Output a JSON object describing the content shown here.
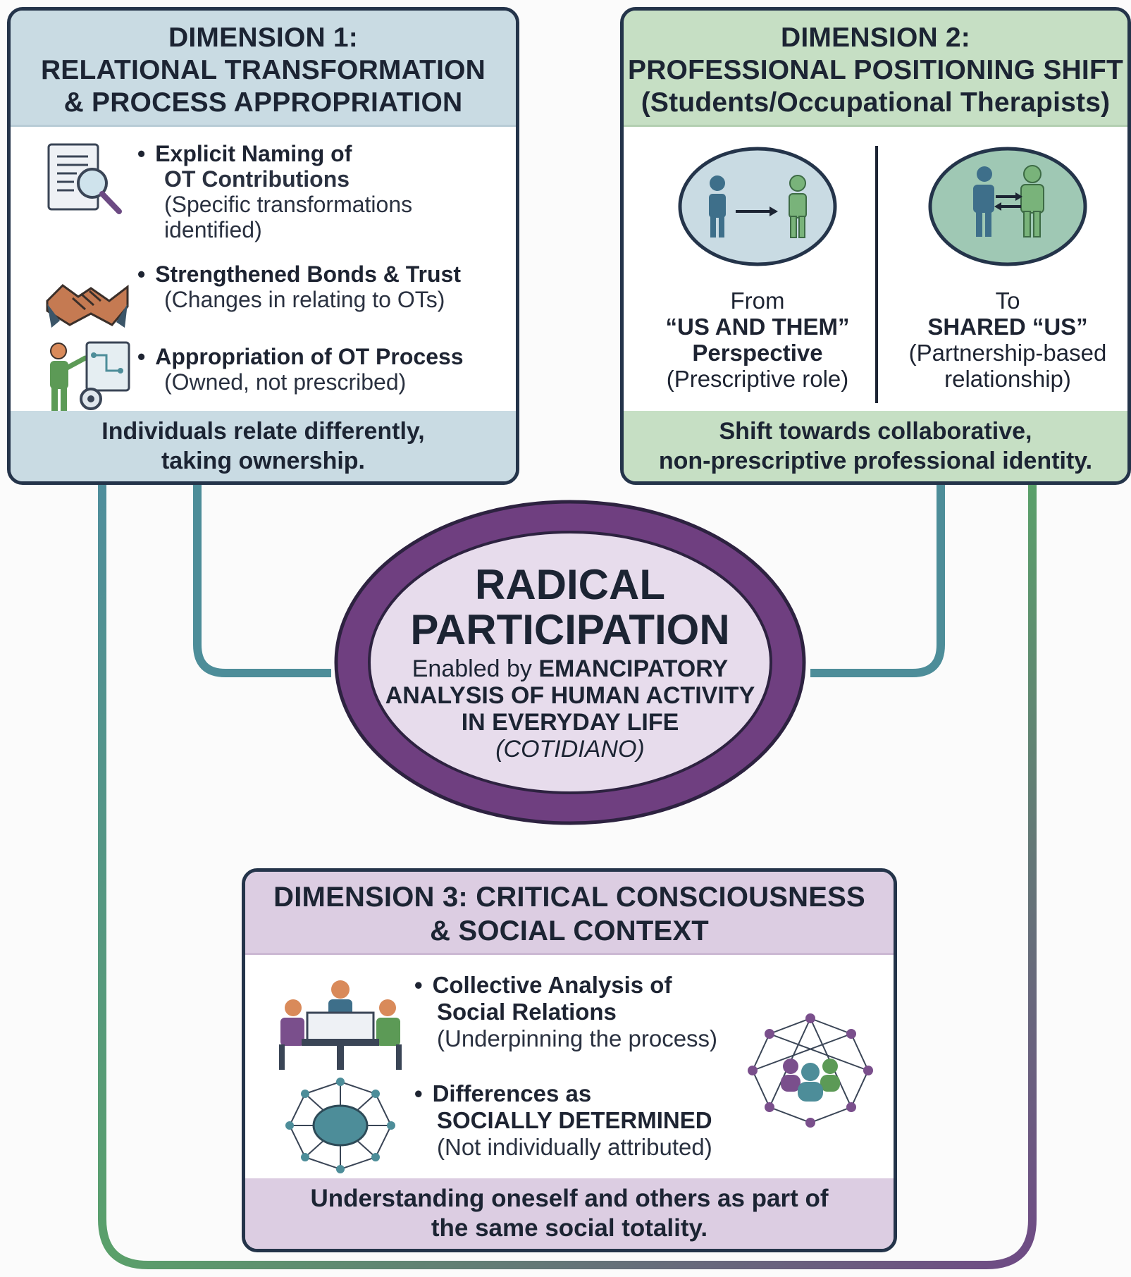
{
  "dimension1": {
    "title_lines": [
      "DIMENSION 1:",
      "RELATIONAL TRANSFORMATION",
      "& PROCESS APPROPRIATION"
    ],
    "items": [
      {
        "icon": "document-search-icon",
        "bold_lines": [
          "Explicit Naming of",
          "OT Contributions"
        ],
        "sub_lines": [
          "(Specific transformations",
          "identified)"
        ]
      },
      {
        "icon": "handshake-icon",
        "bold_lines": [
          "Strengthened Bonds & Trust"
        ],
        "sub_lines": [
          "(Changes in relating to OTs)"
        ]
      },
      {
        "icon": "presenter-gear-icon",
        "bold_lines": [
          "Appropriation of OT Process"
        ],
        "sub_lines": [
          "(Owned, not prescribed)"
        ]
      }
    ],
    "footer_lines": [
      "Individuals relate differently,",
      "taking ownership."
    ],
    "header_color": "#c9dbe3"
  },
  "dimension2": {
    "title_lines": [
      "DIMENSION 2:",
      "PROFESSIONAL POSITIONING SHIFT",
      "(Students/Occupational Therapists)"
    ],
    "left": {
      "icon": "one-way-arrow-people-icon",
      "pre": "From",
      "bold_lines": [
        "“US AND THEM”",
        "Perspective"
      ],
      "sub_lines": [
        "(Prescriptive role)"
      ]
    },
    "right": {
      "icon": "two-way-arrow-people-icon",
      "pre": "To",
      "bold_lines": [
        "SHARED “US”"
      ],
      "sub_lines": [
        "(Partnership-based",
        "relationship)"
      ]
    },
    "footer_lines": [
      "Shift towards collaborative,",
      "non-prescriptive professional identity."
    ],
    "header_color": "#c6dfc4"
  },
  "center": {
    "title_lines": [
      "RADICAL",
      "PARTICIPATION"
    ],
    "sub_prefix": "Enabled by ",
    "sub_bold_1": "EMANCIPATORY",
    "sub_bold_2": "ANALYSIS OF HUMAN ACTIVITY",
    "sub_bold_3": "IN EVERYDAY LIFE",
    "sub_italic": "(COTIDIANO)",
    "ring_color": "#6f3f80",
    "fill_color": "#e7dcec"
  },
  "dimension3": {
    "title_lines": [
      "DIMENSION 3: CRITICAL CONSCIOUSNESS",
      "& SOCIAL CONTEXT"
    ],
    "items": [
      {
        "icon": "group-meeting-icon",
        "bold_lines": [
          "Collective Analysis of",
          "Social Relations"
        ],
        "sub_lines": [
          "(Underpinning the process)"
        ]
      },
      {
        "icon": "brain-network-icon",
        "bold_lines": [
          "Differences as",
          "SOCIALLY DETERMINED"
        ],
        "sub_lines": [
          "(Not individually attributed)"
        ]
      }
    ],
    "side_icon": "community-network-icon",
    "footer_lines": [
      "Understanding oneself and others as part of",
      "the same social totality."
    ],
    "header_color": "#dccde2"
  }
}
